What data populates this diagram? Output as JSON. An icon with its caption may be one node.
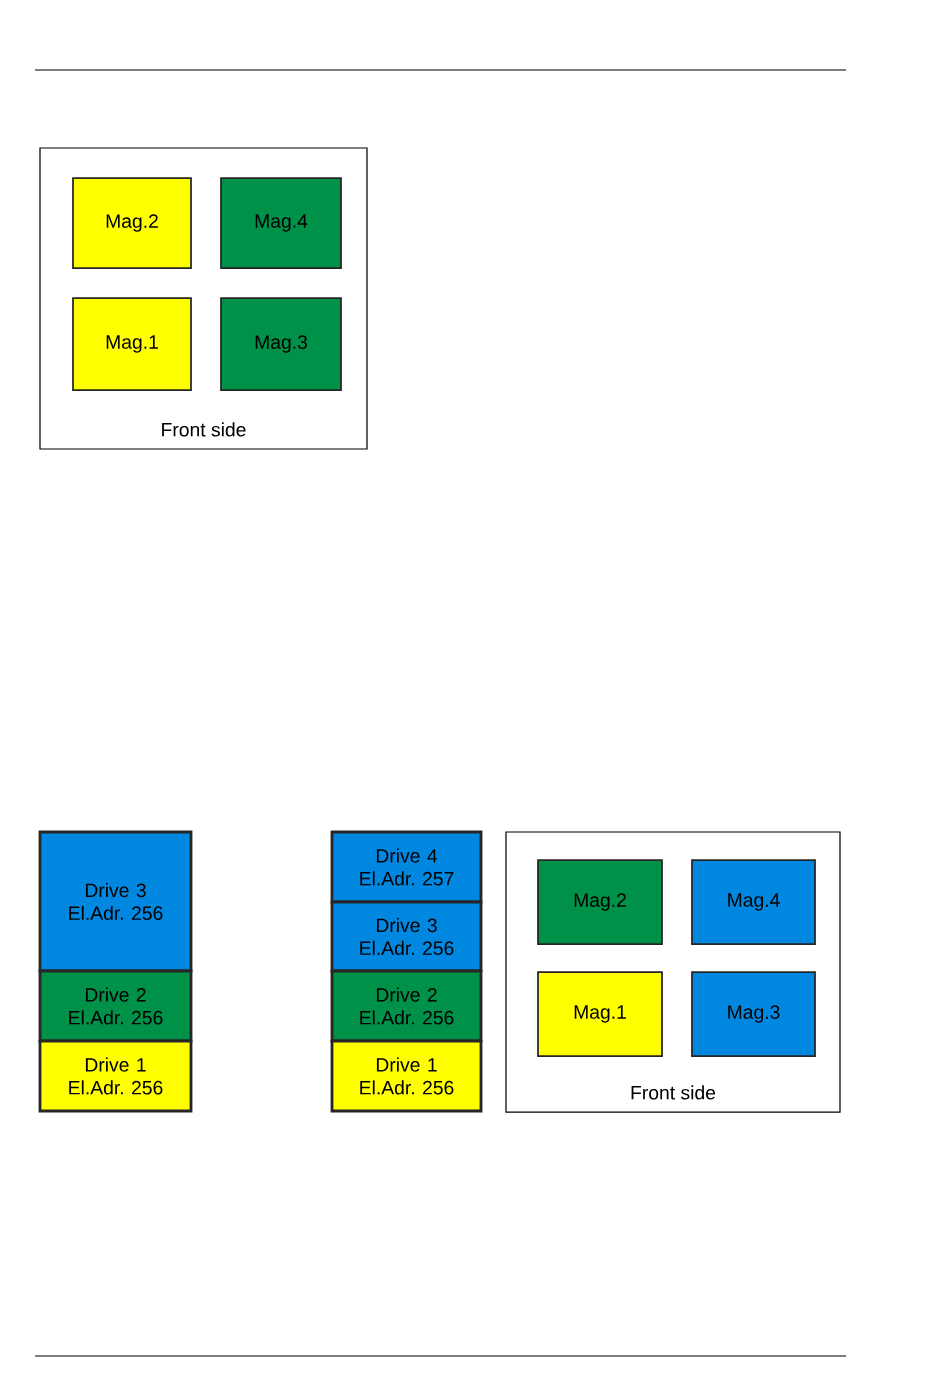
{
  "diagram": {
    "nodes": [
      {
        "text": [
          "Front side"
        ]
      },
      {
        "text": [
          "Mag.2"
        ],
        "in": 0
      },
      {
        "text": [
          "Mag.4"
        ],
        "in": 0
      },
      {
        "text": [
          "Mag.1"
        ],
        "in": 0
      },
      {
        "text": [
          "Mag.3"
        ],
        "in": 0
      },
      {
        "text": [
          "Drive 3 El.Adr. 256"
        ]
      },
      {
        "text": [
          "Drive 2 El.Adr. 256"
        ]
      },
      {
        "text": [
          "Drive 1 El.Adr. 256"
        ]
      },
      {
        "text": [
          "Drive 4 El.Adr. 257"
        ]
      },
      {
        "text": [
          "Drive 3 El.Adr. 256"
        ]
      },
      {
        "text": [
          "Drive 2 El.Adr. 256"
        ]
      },
      {
        "text": [
          "Drive 1 El.Adr. 256"
        ]
      },
      {
        "text": [
          "Front side"
        ]
      },
      {
        "text": [
          "Mag.2"
        ],
        "in": 12
      },
      {
        "text": [
          "Mag.4"
        ],
        "in": 12
      },
      {
        "text": [
          "Mag.1"
        ],
        "in": 12
      },
      {
        "text": [
          "Mag.3"
        ],
        "in": 12
      }
    ]
  }
}
